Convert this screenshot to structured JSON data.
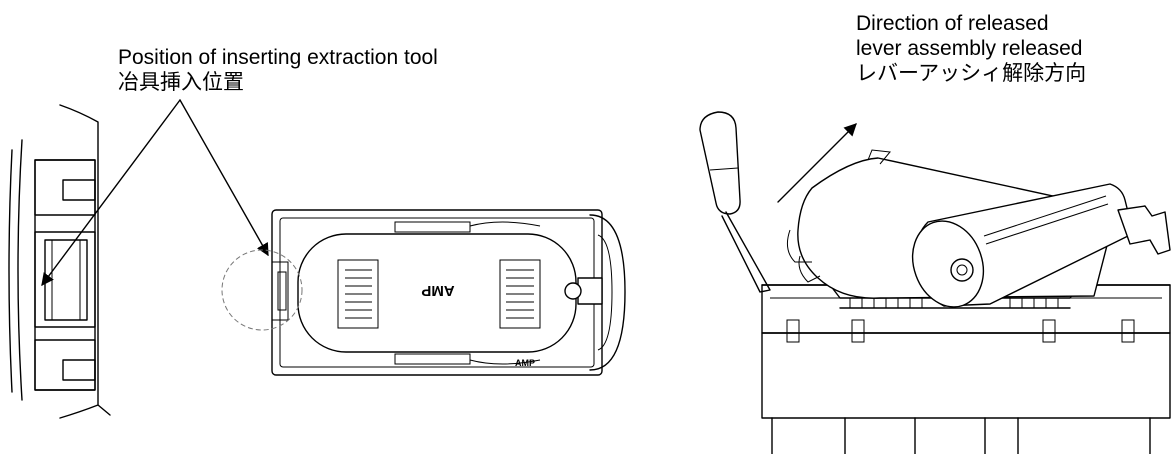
{
  "captions": {
    "left": {
      "line1": "Position of inserting extraction tool",
      "line2": "冶具挿入位置"
    },
    "right": {
      "line1": "Direction of released",
      "line2": "lever assembly released",
      "line3": "レバーアッシィ解除方向"
    }
  },
  "labels": {
    "connector_logo_top": "AMP",
    "connector_logo_bottom": "AMP"
  },
  "colors": {
    "line": "#000000",
    "background": "#ffffff",
    "dashed_circle": "#777777"
  }
}
